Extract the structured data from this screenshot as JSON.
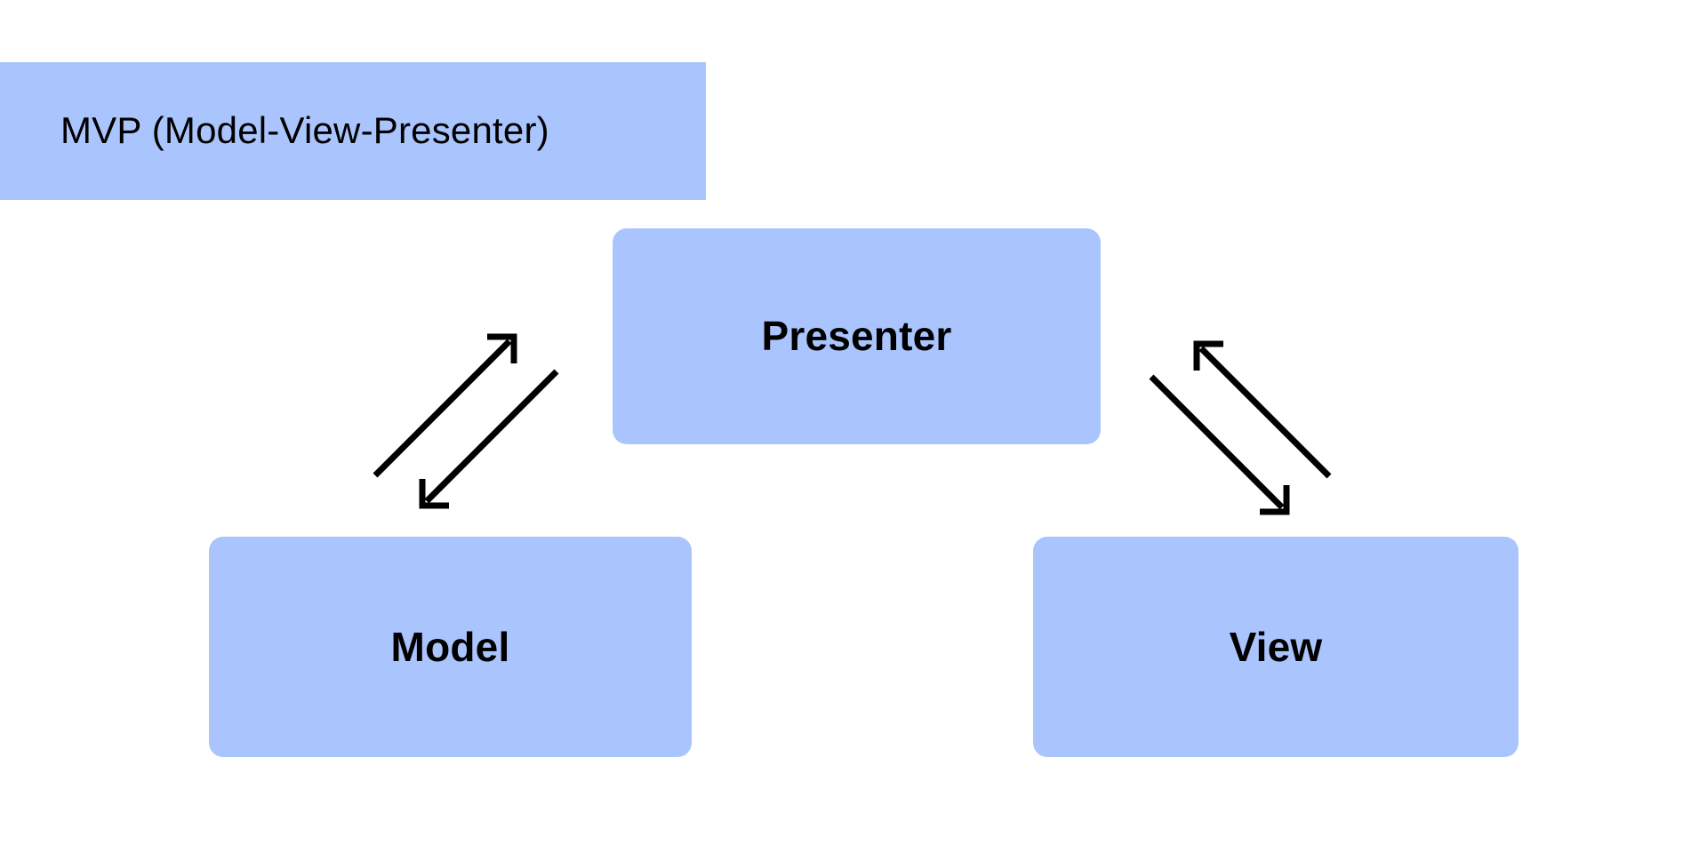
{
  "diagram": {
    "title_box": {
      "label": "MVP (Model-View-Presenter)"
    },
    "nodes": [
      {
        "id": "presenter",
        "label": "Presenter"
      },
      {
        "id": "model",
        "label": "Model"
      },
      {
        "id": "view",
        "label": "View"
      }
    ],
    "edges": [
      {
        "id": "model-to-presenter",
        "from": "Model",
        "to": "Presenter",
        "direction": "up-right",
        "style": "open-arrow"
      },
      {
        "id": "presenter-to-model",
        "from": "Presenter",
        "to": "Model",
        "direction": "down-left",
        "style": "open-arrow"
      },
      {
        "id": "view-to-presenter",
        "from": "View",
        "to": "Presenter",
        "direction": "up-left",
        "style": "open-arrow"
      },
      {
        "id": "presenter-to-view",
        "from": "Presenter",
        "to": "View",
        "direction": "down-right",
        "style": "open-arrow"
      }
    ],
    "colors": {
      "node_fill": "#aac5fd",
      "text": "#000000",
      "edge": "#000000",
      "background": "#ffffff"
    }
  }
}
